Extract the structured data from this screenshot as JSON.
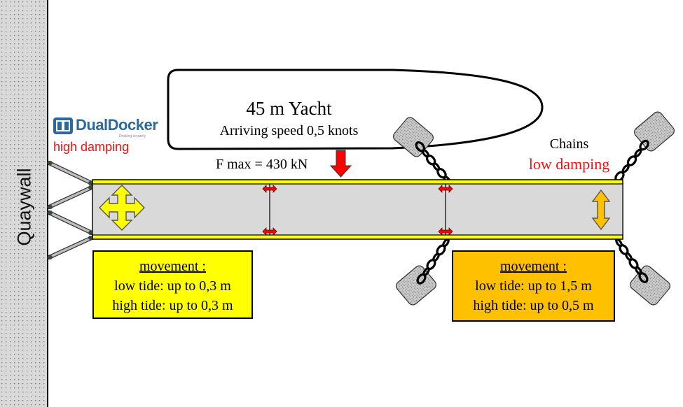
{
  "quaywall": {
    "label": "Quaywall"
  },
  "brand": {
    "name": "DualDocker",
    "tagline": "Docking securely",
    "logo_icon": "dualdocker-logo-icon"
  },
  "left_mooring": {
    "damping_label": "high damping",
    "type": "DualDocker struts"
  },
  "yacht": {
    "title": "45 m Yacht",
    "subtitle": "Arriving speed 0,5 knots"
  },
  "force": {
    "label": "F max = 430 kN"
  },
  "right_mooring": {
    "title": "Chains",
    "damping_label": "low damping"
  },
  "movement_left": {
    "title": "movement :",
    "line1": "low tide: up to 0,3 m",
    "line2": "high tide: up to 0,3 m"
  },
  "movement_right": {
    "title": "movement :",
    "line1": "low tide: up to 1,5 m",
    "line2": "high tide: up to 0,5 m"
  },
  "colors": {
    "damping_text": "#ee1111",
    "pontoon_body": "#d9d9d9",
    "pontoon_edge": "#ffff00",
    "left_box": "#ffff00",
    "right_box": "#ffc000",
    "force_arrow": "#ff0000",
    "brand_blue": "#2a6a9c",
    "anchor_block": "#bfbfbf",
    "quaywall_fill": "#d9d9d9"
  }
}
